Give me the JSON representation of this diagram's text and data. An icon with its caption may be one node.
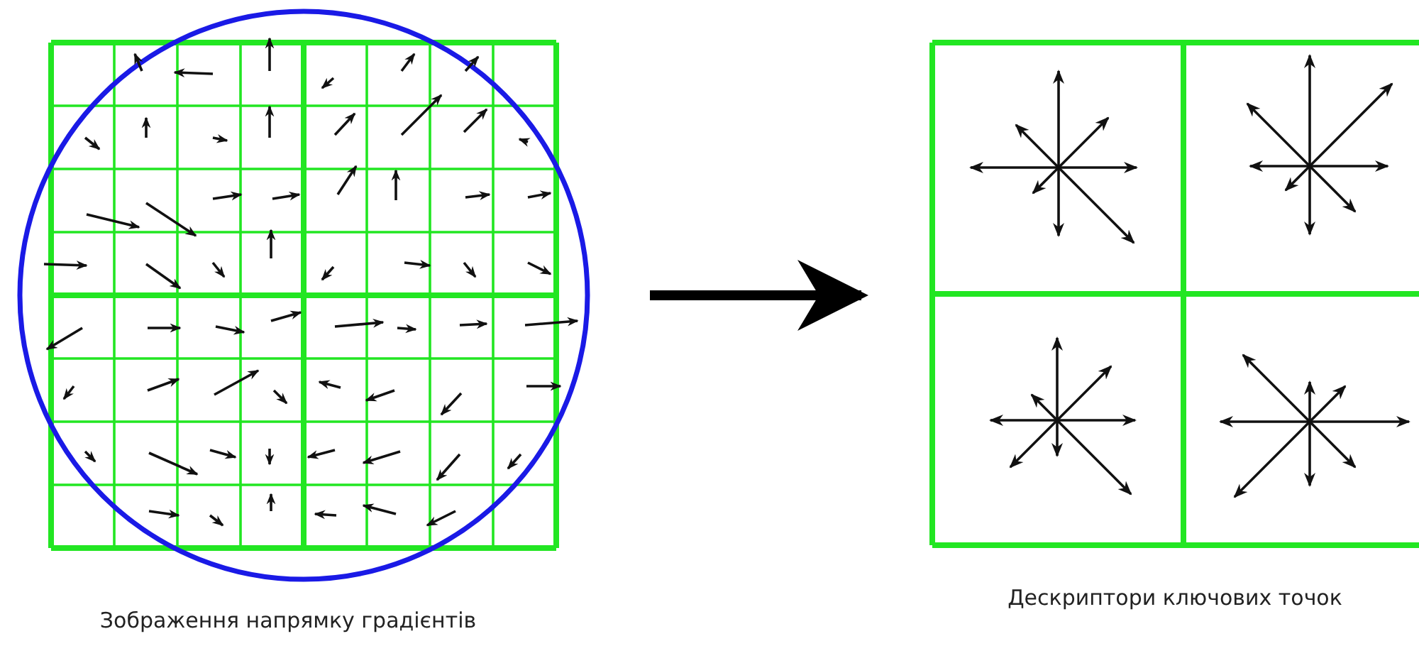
{
  "diagram": {
    "nodes": [
      {
        "text": [],
        "shape": "picture"
      },
      {
        "text": [],
        "shape": "picture"
      }
    ],
    "edges": [
      {
        "from": 0,
        "to": 1,
        "arrow": "to"
      }
    ],
    "labels": [
      "Зображення напрямку градієнтів",
      "Дескриптори ключових точок"
    ]
  }
}
